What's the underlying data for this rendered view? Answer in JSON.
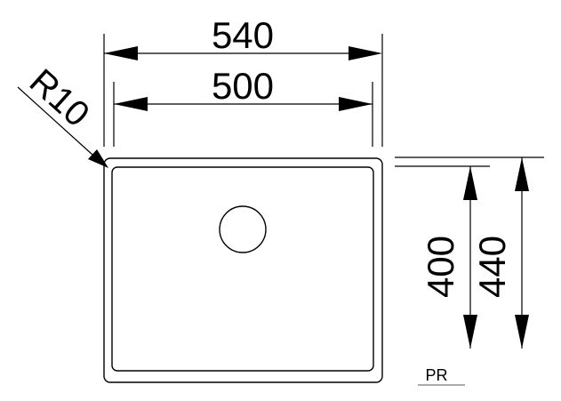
{
  "dimensions": {
    "outer_width": "540",
    "inner_width": "500",
    "corner_radius": "R10",
    "inner_depth": "400",
    "outer_depth": "440"
  },
  "logo": {
    "text": "PR"
  }
}
